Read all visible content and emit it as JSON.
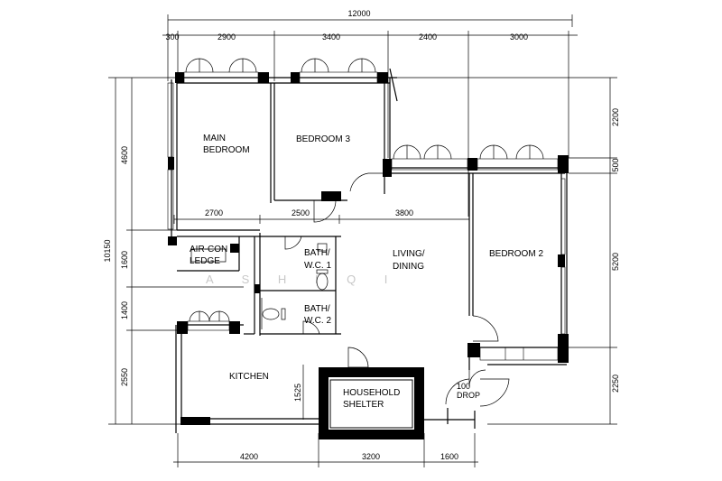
{
  "watermark": "A  S  H  I  Q  I",
  "dimensions": {
    "overall": "12000",
    "top": [
      "300",
      "2900",
      "3400",
      "2400",
      "3000"
    ],
    "inner": [
      "2700",
      "2500",
      "3800"
    ],
    "bottom": [
      "4200",
      "3200",
      "1600"
    ],
    "left_overall": "10150",
    "left": [
      "4600",
      "1600",
      "1400",
      "2550"
    ],
    "right": [
      "2200",
      "500",
      "5200",
      "2250"
    ],
    "kitchen_shelter": "1525"
  },
  "rooms": {
    "main_bedroom": [
      "MAIN",
      "BEDROOM"
    ],
    "bedroom3": "BEDROOM  3",
    "aircon_ledge": [
      "AIR-CON",
      "LEDGE"
    ],
    "bath1": [
      "BATH/",
      "W.C.  1"
    ],
    "bath2": [
      "BATH/",
      "W.C.  2"
    ],
    "living": [
      "LIVING/",
      "DINING"
    ],
    "bedroom2": "BEDROOM  2",
    "kitchen": "KITCHEN",
    "shelter": [
      "HOUSEHOLD",
      "SHELTER"
    ],
    "drop": [
      "100",
      "DROP"
    ]
  }
}
